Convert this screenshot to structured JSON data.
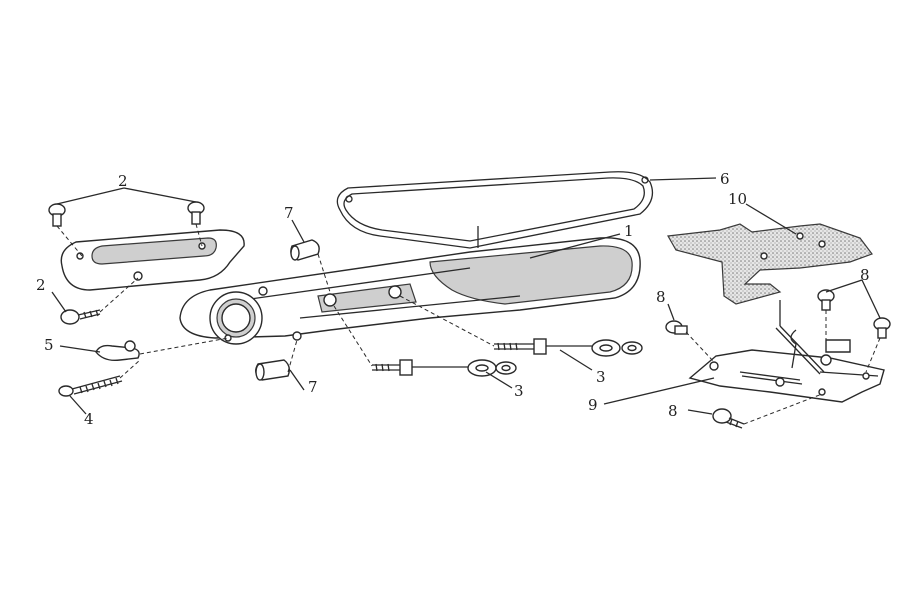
{
  "labels": {
    "cover": "1",
    "screw_top": "2",
    "screw_left": "2",
    "bolt_upper": "3",
    "bolt_lower": "3",
    "spring": "4",
    "clip": "5",
    "gasket": "6",
    "dowel_top": "7",
    "dowel_bottom": "7",
    "screw_bracket_left": "8",
    "screw_bracket_right": "8",
    "screw_bracket_bottom": "8",
    "bracket": "9",
    "plate": "10"
  }
}
